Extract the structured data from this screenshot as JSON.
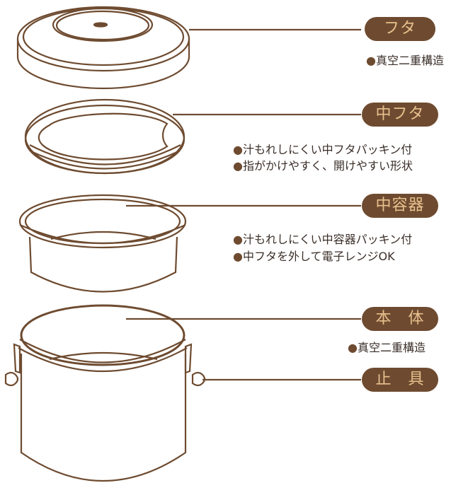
{
  "colors": {
    "line": "#6e4b30",
    "pill_bg": "#6e4b30",
    "pill_text": "#e8c08e",
    "note_text": "#3a2e28"
  },
  "parts": [
    {
      "label": "フタ",
      "notes": [
        "真空二重構造"
      ]
    },
    {
      "label": "中フタ",
      "notes": [
        "汁もれしにくい中フタパッキン付",
        "指がかけやすく、開けやすい形状"
      ]
    },
    {
      "label": "中容器",
      "notes": [
        "汁もれしにくい中容器パッキン付",
        "中フタを外して電子レンジOK"
      ]
    },
    {
      "label": "本　体",
      "notes": [
        "真空二重構造"
      ]
    },
    {
      "label": "止　具",
      "notes": []
    }
  ],
  "bullet": "●"
}
